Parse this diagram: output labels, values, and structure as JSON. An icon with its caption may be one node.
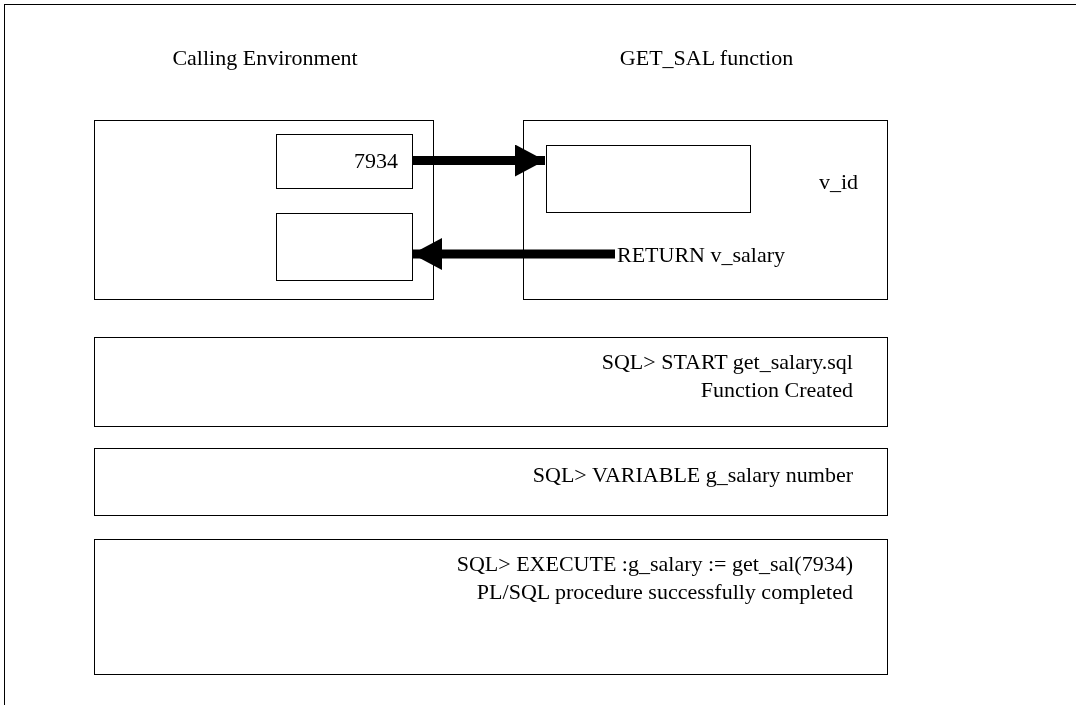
{
  "diagram": {
    "nodes": [
      {
        "text": [
          "Calling Environment"
        ]
      },
      {
        "text": [
          "7934"
        ],
        "in": 0
      },
      {
        "text": [],
        "shape": "box",
        "in": 0
      },
      {
        "text": [
          "GET_SAL function"
        ]
      },
      {
        "text": [],
        "shape": "box",
        "in": 3,
        "beside": [
          "v_id"
        ]
      },
      {
        "text": [
          "RETURN v_salary"
        ],
        "in": 3
      },
      {
        "text": [
          "SQL> START get_salary.sql",
          "Function Created"
        ]
      },
      {
        "text": [
          "SQL> VARIABLE g_salary number"
        ]
      },
      {
        "text": [
          "SQL> EXECUTE :g_salary := get_sal(7934)",
          "PL/SQL procedure successfully completed"
        ]
      }
    ],
    "edges": [
      {
        "from": 1,
        "to": 4,
        "arrow": "to"
      },
      {
        "from": 5,
        "to": 2,
        "arrow": "to"
      }
    ]
  }
}
